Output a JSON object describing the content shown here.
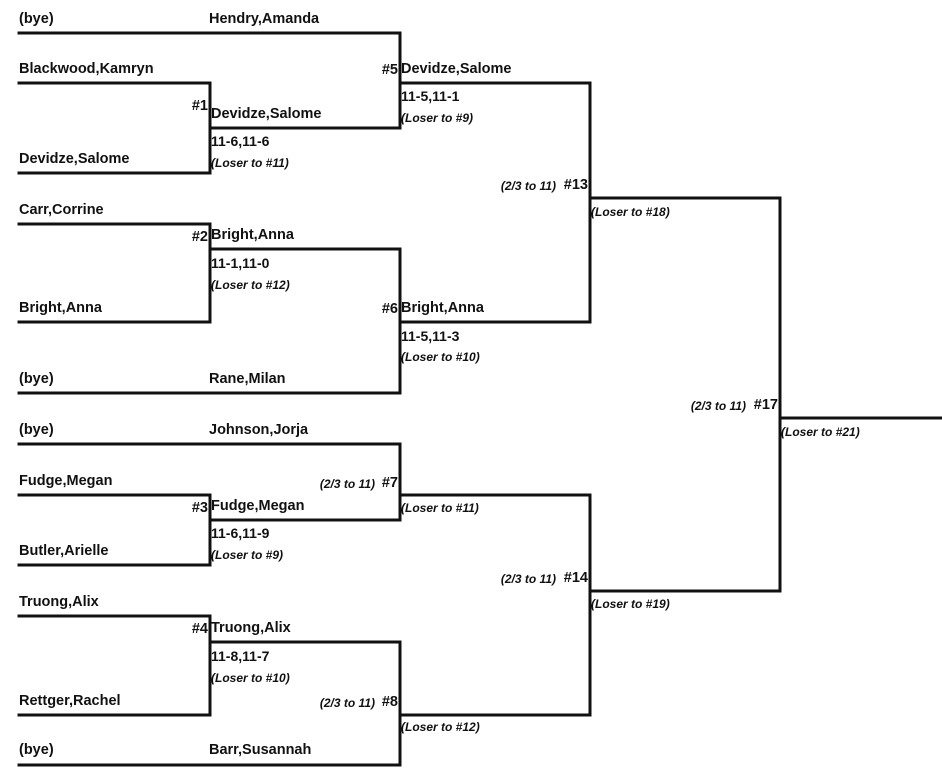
{
  "round1": [
    {
      "player": "(bye)"
    },
    {
      "player": "Blackwood,Kamryn"
    },
    {
      "player": "Devidze,Salome"
    },
    {
      "player": "Carr,Corrine"
    },
    {
      "player": "Bright,Anna"
    },
    {
      "player": "(bye)"
    },
    {
      "player": "(bye)"
    },
    {
      "player": "Fudge,Megan"
    },
    {
      "player": "Butler,Arielle"
    },
    {
      "player": "Truong,Alix"
    },
    {
      "player": "Rettger,Rachel"
    },
    {
      "player": "(bye)"
    }
  ],
  "round2": [
    {
      "player": "Hendry,Amanda"
    },
    {
      "match": "#1",
      "player": "Devidze,Salome",
      "score": "11-6,11-6",
      "loser": "(Loser to #11)"
    },
    {
      "match": "#2",
      "player": "Bright,Anna",
      "score": "11-1,11-0",
      "loser": "(Loser to #12)"
    },
    {
      "player": "Rane,Milan"
    },
    {
      "player": "Johnson,Jorja"
    },
    {
      "match": "#3",
      "player": "Fudge,Megan",
      "score": "11-6,11-9",
      "loser": "(Loser to #9)"
    },
    {
      "match": "#4",
      "player": "Truong,Alix",
      "score": "11-8,11-7",
      "loser": "(Loser to #10)"
    },
    {
      "player": "Barr,Susannah"
    }
  ],
  "round3": [
    {
      "match": "#5",
      "player": "Devidze,Salome",
      "score": "11-5,11-1",
      "loser": "(Loser to #9)"
    },
    {
      "match": "#6",
      "player": "Bright,Anna",
      "score": "11-5,11-3",
      "loser": "(Loser to #10)"
    },
    {
      "match": "#7",
      "format": "(2/3 to 11)",
      "loser": "(Loser to #11)"
    },
    {
      "match": "#8",
      "format": "(2/3 to 11)",
      "loser": "(Loser to #12)"
    }
  ],
  "round4": [
    {
      "match": "#13",
      "format": "(2/3 to 11)",
      "loser": "(Loser to #18)"
    },
    {
      "match": "#14",
      "format": "(2/3 to 11)",
      "loser": "(Loser to #19)"
    }
  ],
  "round5": [
    {
      "match": "#17",
      "format": "(2/3 to 11)",
      "loser": "(Loser to #21)"
    }
  ],
  "line_color": "#111111"
}
